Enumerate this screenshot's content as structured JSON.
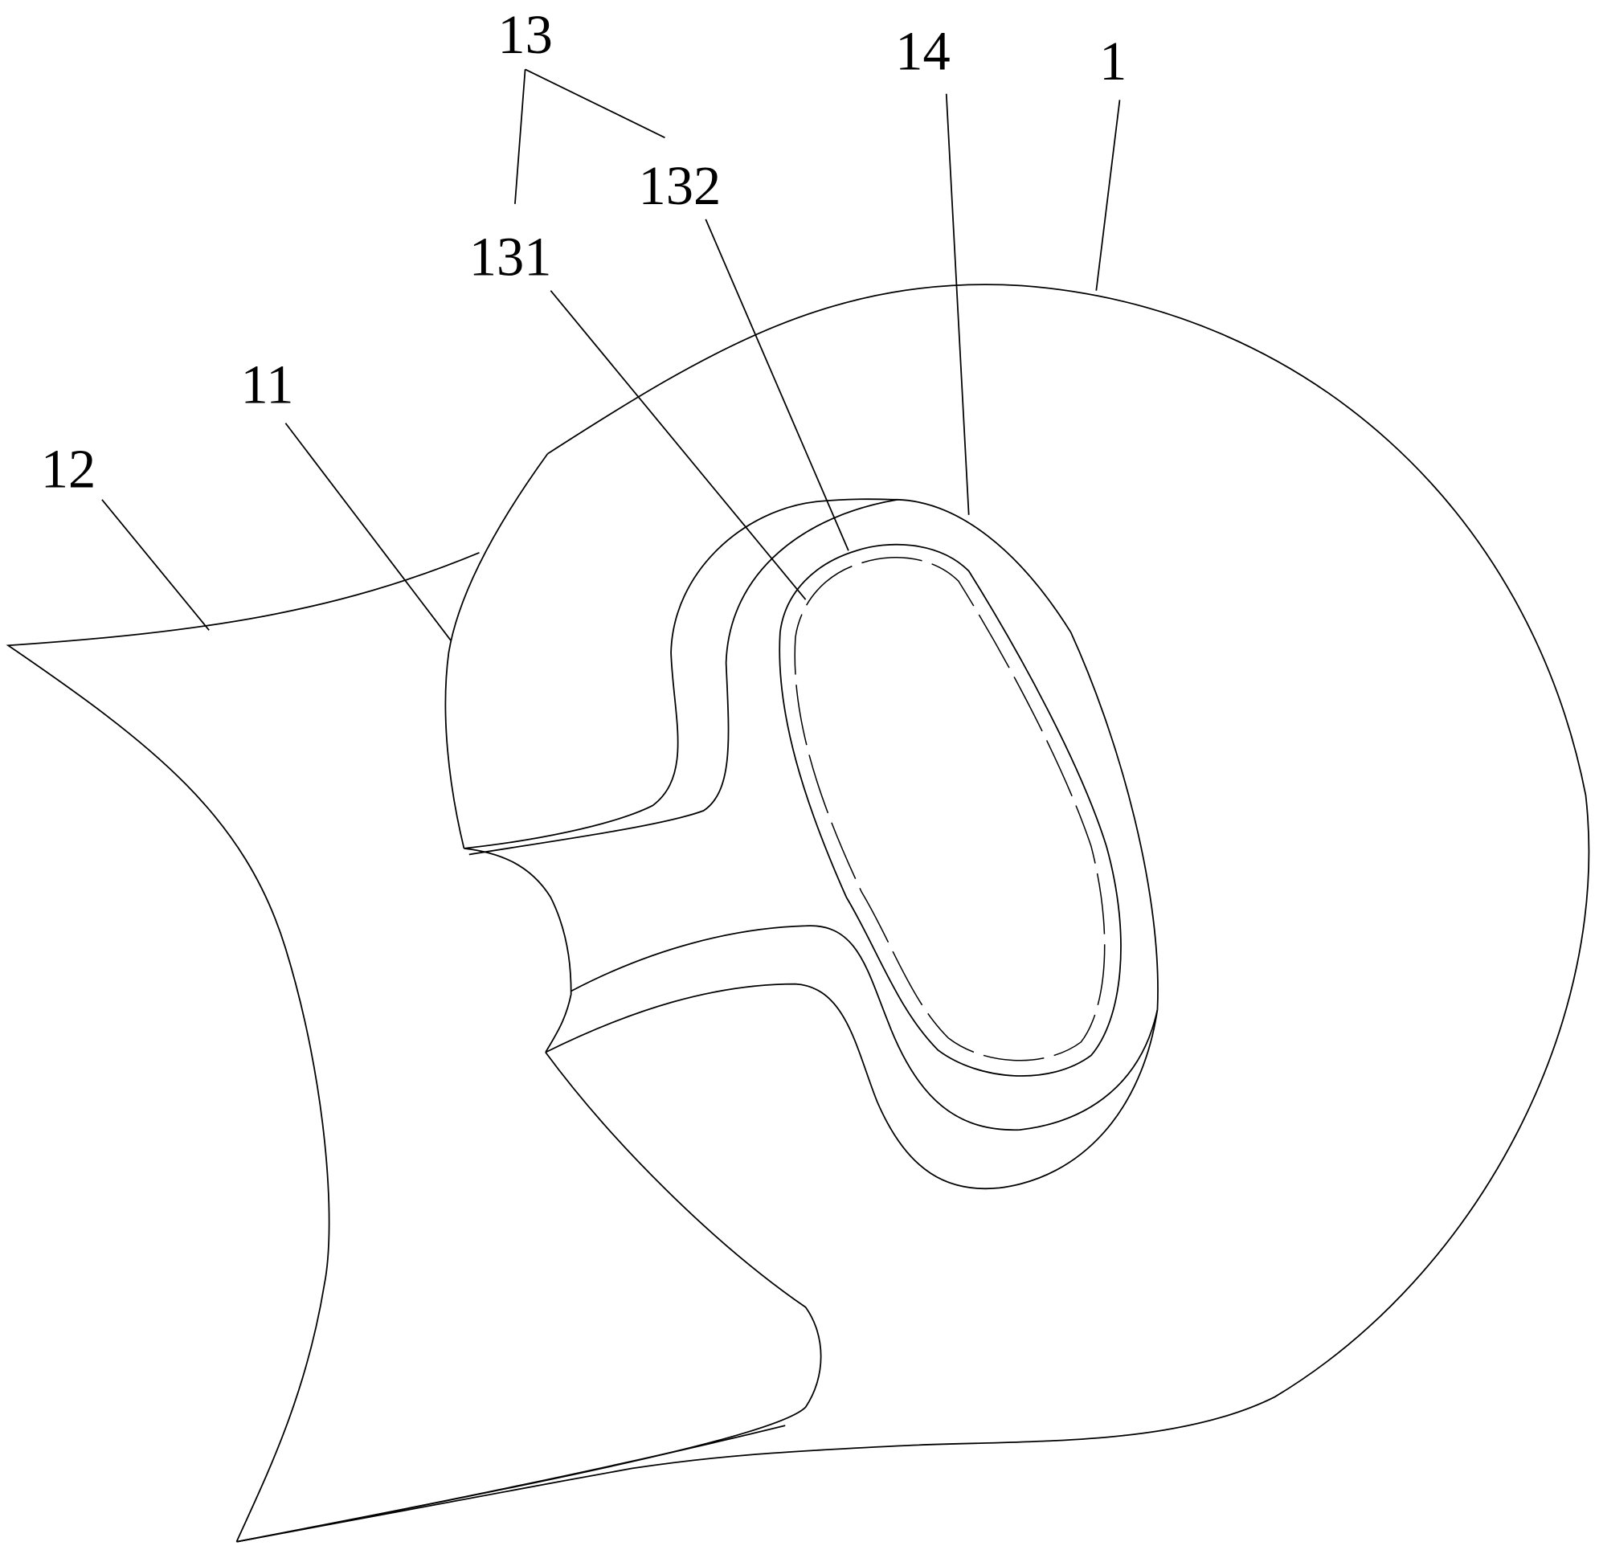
{
  "figure": {
    "labels": {
      "helmet_shell": "1",
      "visor": "11",
      "side_flap": "12",
      "eye_assembly": "13",
      "eye_inner": "131",
      "eye_outer": "132",
      "eye_frame": "14"
    }
  }
}
